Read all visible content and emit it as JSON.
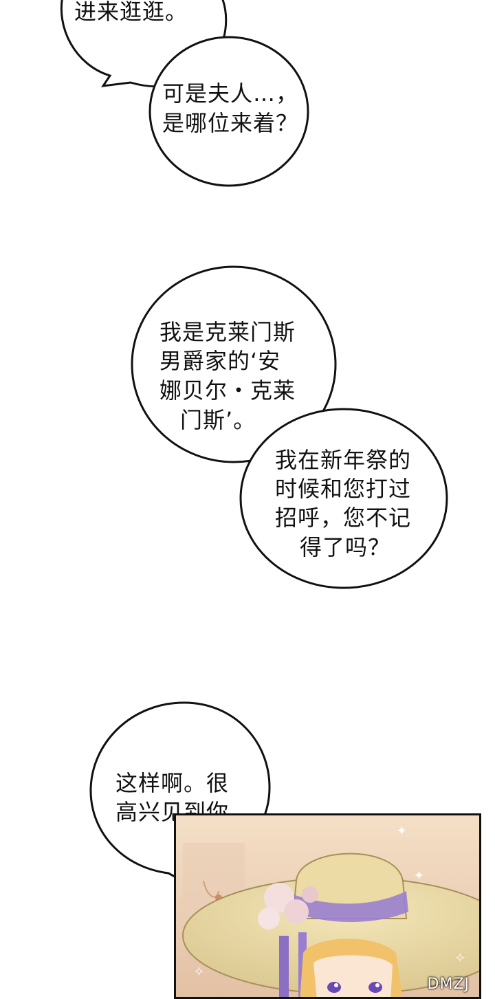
{
  "bubbles": [
    {
      "lines": [
        "进来逛逛。"
      ]
    },
    {
      "lines": [
        "可是夫人…，",
        "是哪位来着？"
      ]
    },
    {
      "lines": [
        "我是克莱门斯",
        "男爵家的‘安",
        "娜贝尔・克莱",
        "门斯’。"
      ]
    },
    {
      "lines": [
        "我在新年祭的",
        "时候和您打过",
        "招呼，您不记",
        "得了吗？"
      ]
    },
    {
      "lines": [
        "这样啊。很",
        "高兴见到你"
      ]
    }
  ],
  "watermark": "DMZJ"
}
